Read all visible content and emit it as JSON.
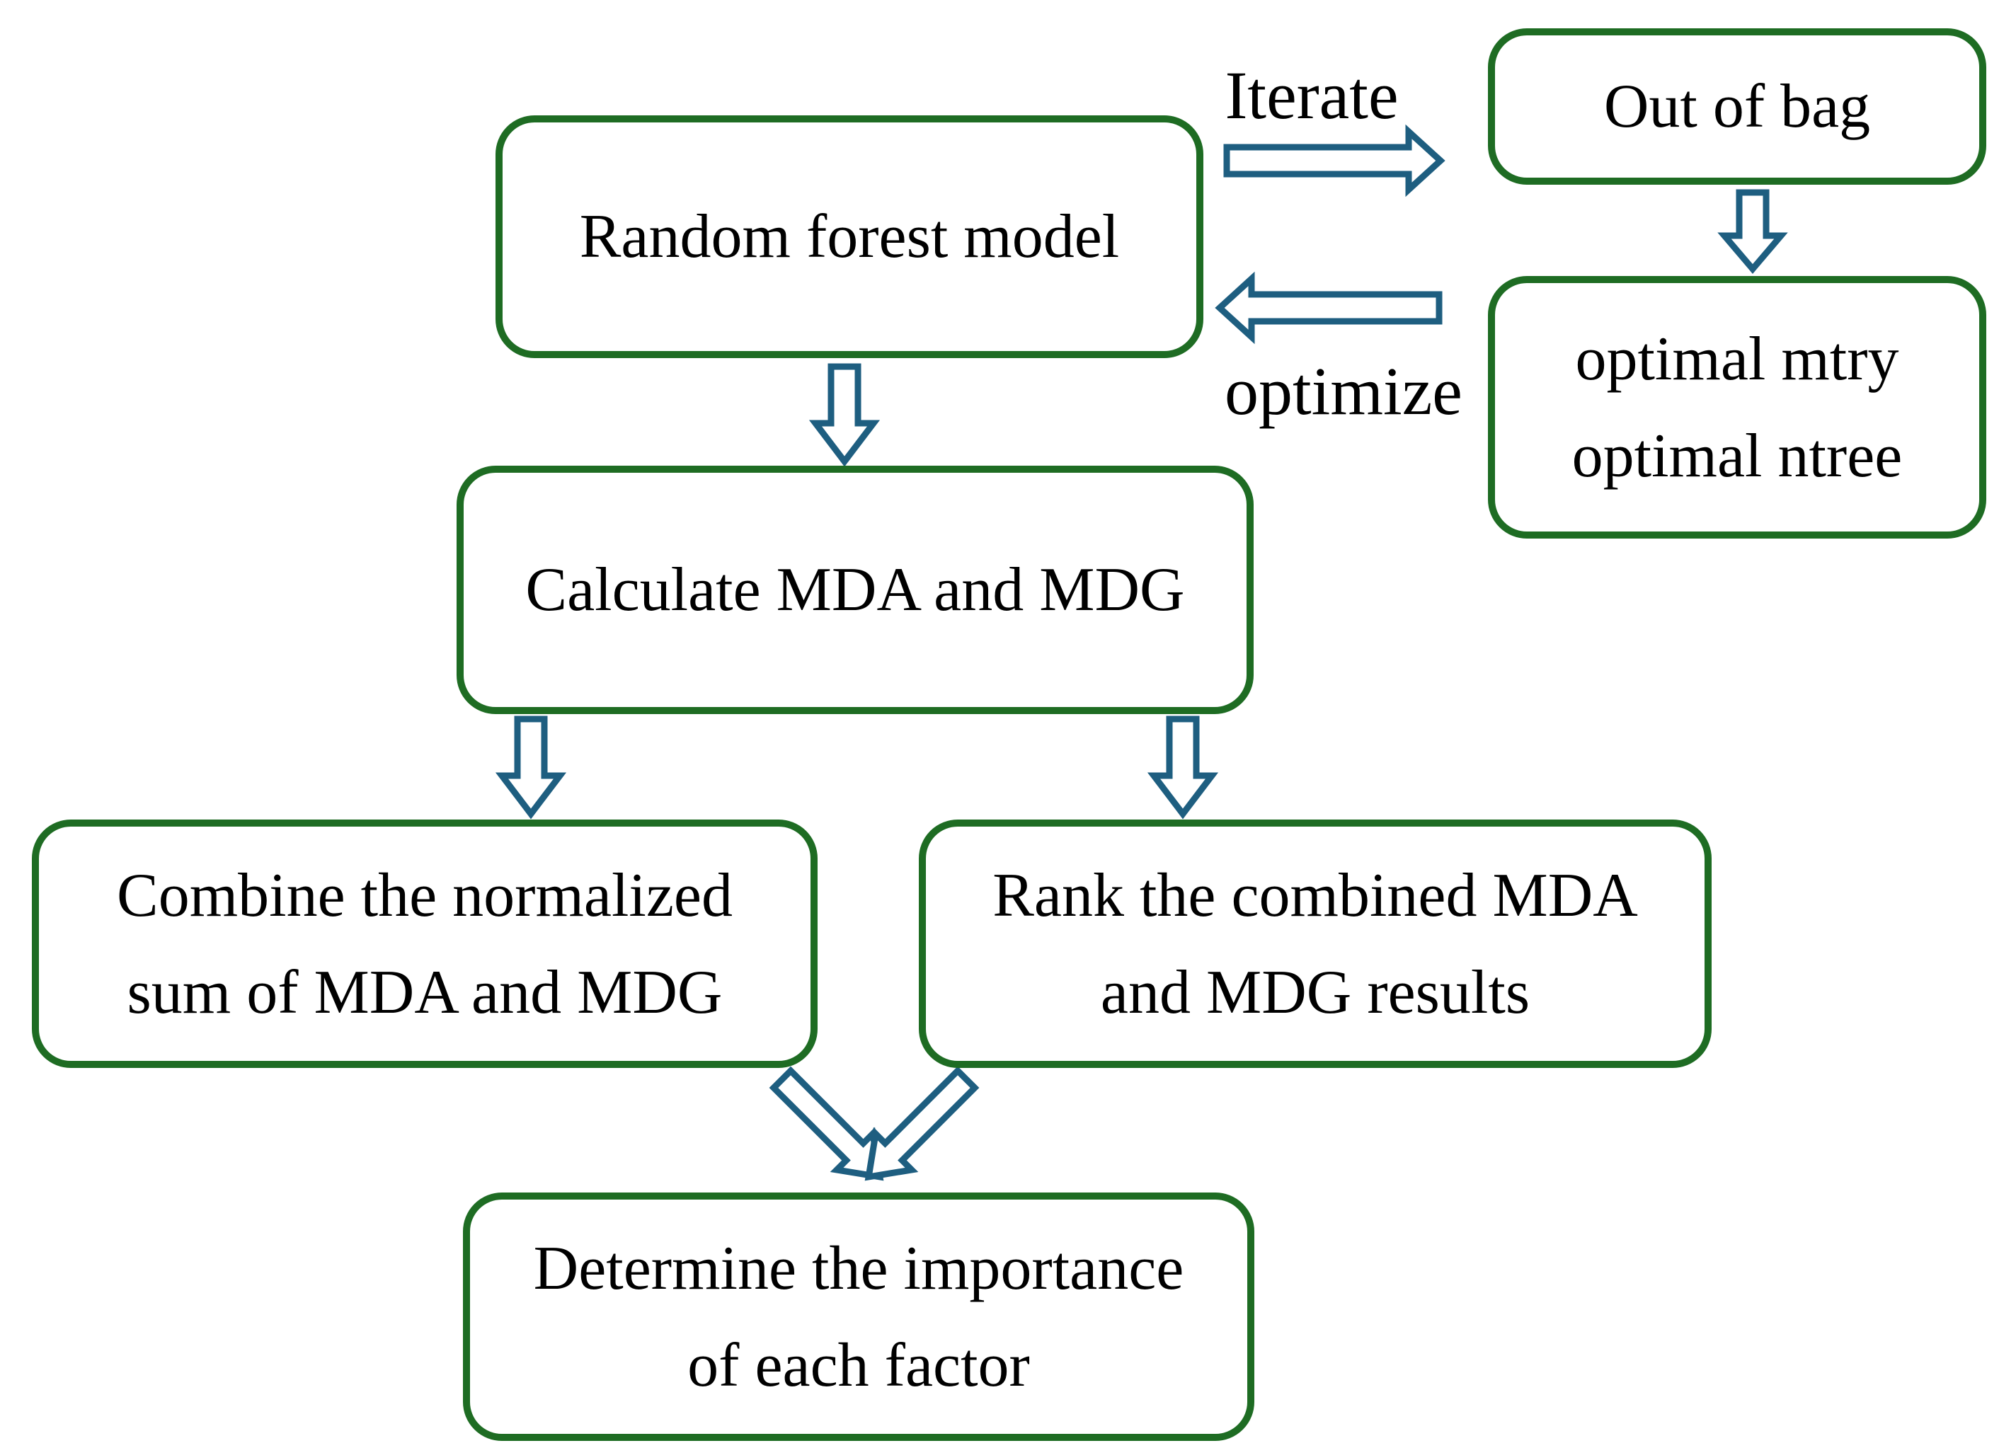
{
  "colors": {
    "background": "#ffffff",
    "box_border_green": "#1e6c23",
    "arrow_outline_blue": "#1e5e80",
    "text_black": "#000000"
  },
  "nodes": [
    {
      "id": "random-forest-model",
      "lines": [
        "Random forest model"
      ]
    },
    {
      "id": "out-of-bag",
      "lines": [
        "Out of bag"
      ]
    },
    {
      "id": "optimal-parameters",
      "lines": [
        "optimal mtry",
        "optimal ntree"
      ]
    },
    {
      "id": "calculate-mda-mdg",
      "lines": [
        "Calculate MDA and MDG"
      ]
    },
    {
      "id": "combine-normalized-sum",
      "lines": [
        "Combine the normalized",
        "sum of MDA and MDG"
      ]
    },
    {
      "id": "rank-combined-results",
      "lines": [
        "Rank the combined MDA",
        "and MDG results"
      ]
    },
    {
      "id": "determine-importance",
      "lines": [
        "Determine the importance",
        "of each factor"
      ]
    }
  ],
  "labels": {
    "iterate": "Iterate",
    "optimize": "optimize"
  },
  "edges": [
    {
      "from": "random-forest-model",
      "to": "out-of-bag",
      "label": "Iterate"
    },
    {
      "from": "out-of-bag",
      "to": "optimal-parameters",
      "label": ""
    },
    {
      "from": "optimal-parameters",
      "to": "random-forest-model",
      "label": "optimize"
    },
    {
      "from": "random-forest-model",
      "to": "calculate-mda-mdg",
      "label": ""
    },
    {
      "from": "calculate-mda-mdg",
      "to": "combine-normalized-sum",
      "label": ""
    },
    {
      "from": "calculate-mda-mdg",
      "to": "rank-combined-results",
      "label": ""
    },
    {
      "from": "combine-normalized-sum",
      "to": "determine-importance",
      "label": ""
    },
    {
      "from": "rank-combined-results",
      "to": "determine-importance",
      "label": ""
    }
  ]
}
